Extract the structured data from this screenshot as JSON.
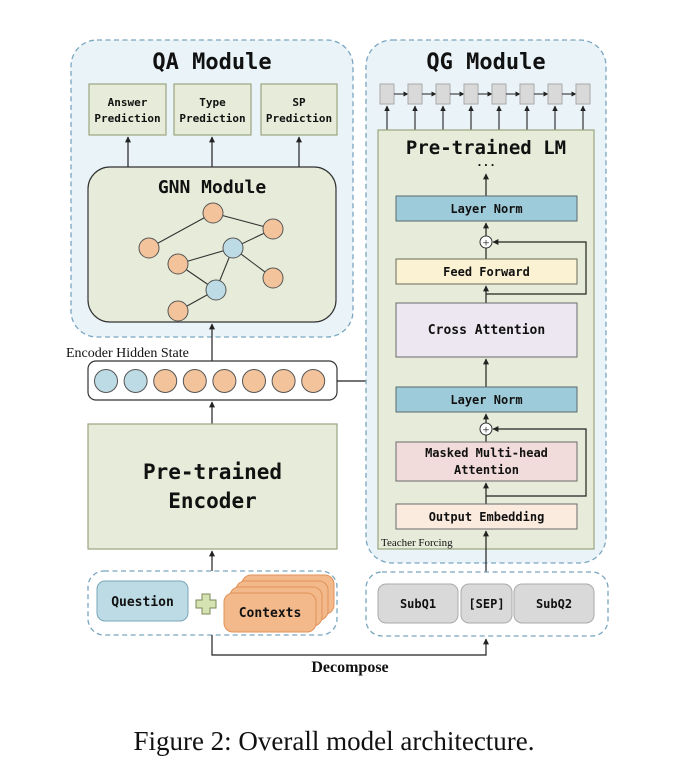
{
  "colors": {
    "module_bg": "#eaf3f8",
    "module_border": "#7aa6c0",
    "green_box": "#e6ecd9",
    "green_border": "#9aa57f",
    "blue_node": "#bcdbe4",
    "orange_node": "#f3c39b",
    "layer_norm": "#9ecbd9",
    "feed_forward": "#fbf2d3",
    "cross_attention": "#ece7f0",
    "masked_attention": "#f2dcdb",
    "output_embedding": "#fbeade",
    "token_box": "#d9d9d9",
    "contexts": "#f3b98a",
    "plus_green": "#d5e3b3"
  },
  "qa_module": {
    "title": "QA Module",
    "heads": [
      {
        "line1": "Answer",
        "line2": "Prediction"
      },
      {
        "line1": "Type",
        "line2": "Prediction"
      },
      {
        "line1": "SP",
        "line2": "Prediction"
      }
    ],
    "gnn": {
      "title": "GNN Module",
      "nodes": [
        {
          "id": "a",
          "type": "context"
        },
        {
          "id": "b",
          "type": "context"
        },
        {
          "id": "c",
          "type": "context"
        },
        {
          "id": "d",
          "type": "question"
        },
        {
          "id": "e",
          "type": "context"
        },
        {
          "id": "f",
          "type": "context"
        },
        {
          "id": "g",
          "type": "question"
        },
        {
          "id": "h",
          "type": "context"
        }
      ],
      "edges": [
        [
          "c",
          "a"
        ],
        [
          "a",
          "b"
        ],
        [
          "b",
          "d"
        ],
        [
          "d",
          "e"
        ],
        [
          "d",
          "f"
        ],
        [
          "d",
          "g"
        ],
        [
          "e",
          "g"
        ],
        [
          "g",
          "h"
        ]
      ]
    }
  },
  "encoder_hidden_state": {
    "label": "Encoder Hidden State",
    "tokens": [
      "question",
      "question",
      "context",
      "context",
      "context",
      "context",
      "context",
      "context"
    ]
  },
  "encoder": {
    "line1": "Pre-trained",
    "line2": "Encoder"
  },
  "inputs": {
    "question": "Question",
    "plus": "+",
    "contexts": "Contexts"
  },
  "decompose_label": "Decompose",
  "qg_module": {
    "title": "QG Module",
    "output_token_count": 8,
    "lm_title": "Pre-trained LM",
    "ellipsis": "...",
    "layer_norm_top": "Layer Norm",
    "feed_forward": "Feed Forward",
    "cross_attention": "Cross Attention",
    "layer_norm_bottom": "Layer Norm",
    "masked_attention_line1": "Masked Multi-head",
    "masked_attention_line2": "Attention",
    "output_embedding": "Output Embedding",
    "teacher_forcing": "Teacher Forcing",
    "residual_symbol": "+"
  },
  "subquestions": {
    "subq1": "SubQ1",
    "sep": "[SEP]",
    "subq2": "SubQ2"
  },
  "caption": "Figure 2: Overall model architecture."
}
